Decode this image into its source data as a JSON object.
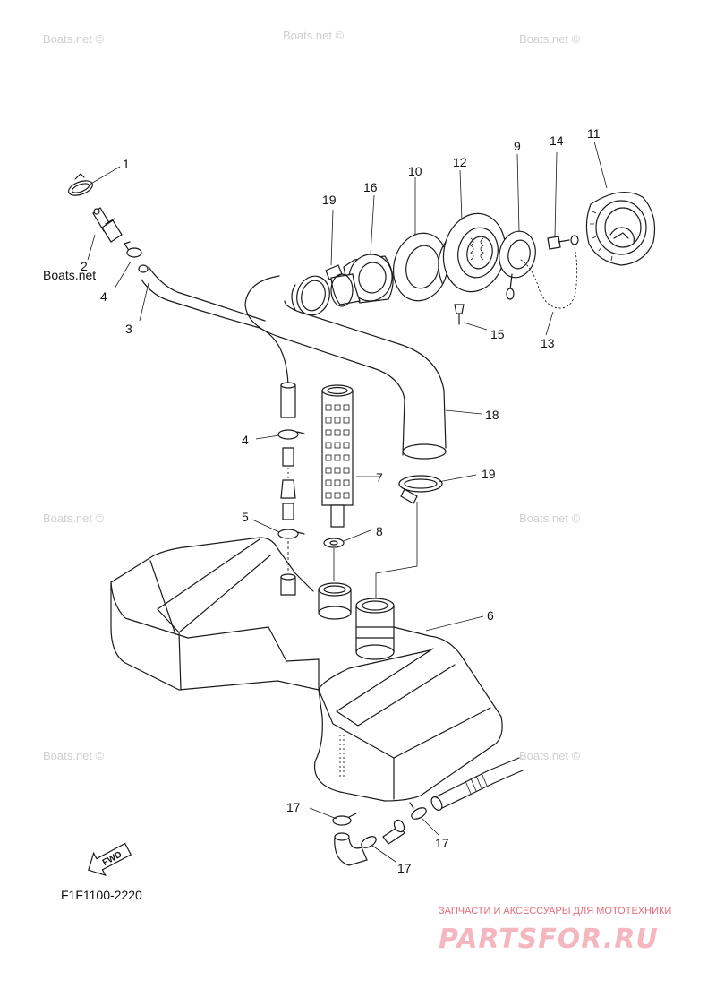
{
  "watermark": "Boats.net ©",
  "watermark_dark": "Boats.net",
  "callouts": {
    "c1": "1",
    "c2": "2",
    "c3": "3",
    "c4a": "4",
    "c4b": "4",
    "c5": "5",
    "c6": "6",
    "c7": "7",
    "c8": "8",
    "c9": "9",
    "c10": "10",
    "c11": "11",
    "c12": "12",
    "c13": "13",
    "c14": "14",
    "c15": "15",
    "c16": "16",
    "c17a": "17",
    "c17b": "17",
    "c17c": "17",
    "c18": "18",
    "c19a": "19",
    "c19b": "19"
  },
  "diagram_code": "F1F1100-2220",
  "direction_label": "FWD",
  "footer": {
    "tagline": "ЗАПЧАСТИ И АКСЕССУАРЫ ДЛЯ МОТОТЕХНИКИ",
    "logo": "PARTSFOR.RU"
  },
  "colors": {
    "line": "#1a1a1a",
    "watermark": "#cfcfcf",
    "logo": "#f4b7c0",
    "logo_tag": "#e36b7a"
  }
}
